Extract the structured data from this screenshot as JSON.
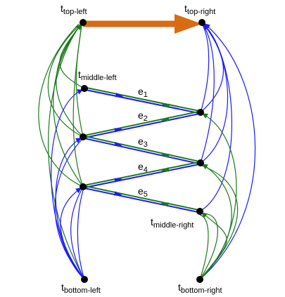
{
  "colors": {
    "main_arrow": "#d96b13",
    "blue": "#1a1aff",
    "green": "#1a7a1a",
    "node": "#000000"
  },
  "nodes": {
    "top_left": {
      "base": "t",
      "sub": "top-left"
    },
    "top_right": {
      "base": "t",
      "sub": "top-right"
    },
    "middle_left": {
      "base": "t",
      "sub": "middle-left"
    },
    "middle_right": {
      "base": "t",
      "sub": "middle-right"
    },
    "bottom_left": {
      "base": "t",
      "sub": "bottom-left"
    },
    "bottom_right": {
      "base": "t",
      "sub": "bottom-right"
    }
  },
  "edges": [
    {
      "base": "e",
      "sub": "1"
    },
    {
      "base": "e",
      "sub": "2"
    },
    {
      "base": "e",
      "sub": "3"
    },
    {
      "base": "e",
      "sub": "4"
    },
    {
      "base": "e",
      "sub": "5"
    }
  ]
}
